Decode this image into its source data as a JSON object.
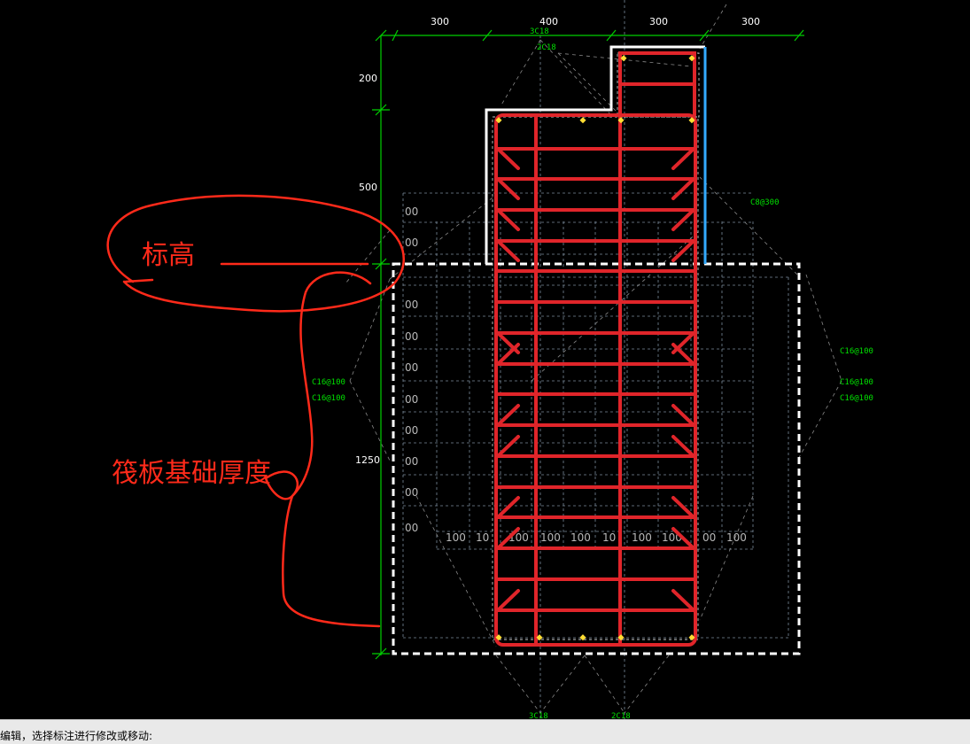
{
  "drawing": {
    "top_dims": [
      "300",
      "400",
      "300",
      "300"
    ],
    "left_dims": [
      "200",
      "500",
      "1250"
    ],
    "rebar_labels": {
      "top_a": "3C18",
      "top_b": "2C18",
      "stirrup": "C8@300",
      "right_1": "C16@100",
      "right_2": "C16@100",
      "right_3": "C16@100",
      "left_1": "C16@100",
      "left_2": "C16@100",
      "bottom_a": "3C18",
      "bottom_b": "2C18"
    },
    "grid_left_labels": [
      "00",
      "00",
      "00",
      "00",
      "00",
      "00",
      "00",
      "00",
      "00",
      "00"
    ],
    "grid_bottom_labels": [
      "100",
      "10",
      "100",
      "100",
      "100",
      "10",
      "100",
      "100",
      "00",
      "100"
    ]
  },
  "annotations": {
    "elevation": "标高",
    "raft_thickness": "筏板基础厚度"
  },
  "status_bar": {
    "prompt": "编辑，选择标注进行修改或移动:"
  },
  "colors": {
    "rebar_red": "#e0252a",
    "dim_green": "#00d000",
    "outline_white": "#ffffff",
    "column_edge_blue": "#33aaff",
    "annotation_red": "#ff2a1a"
  }
}
